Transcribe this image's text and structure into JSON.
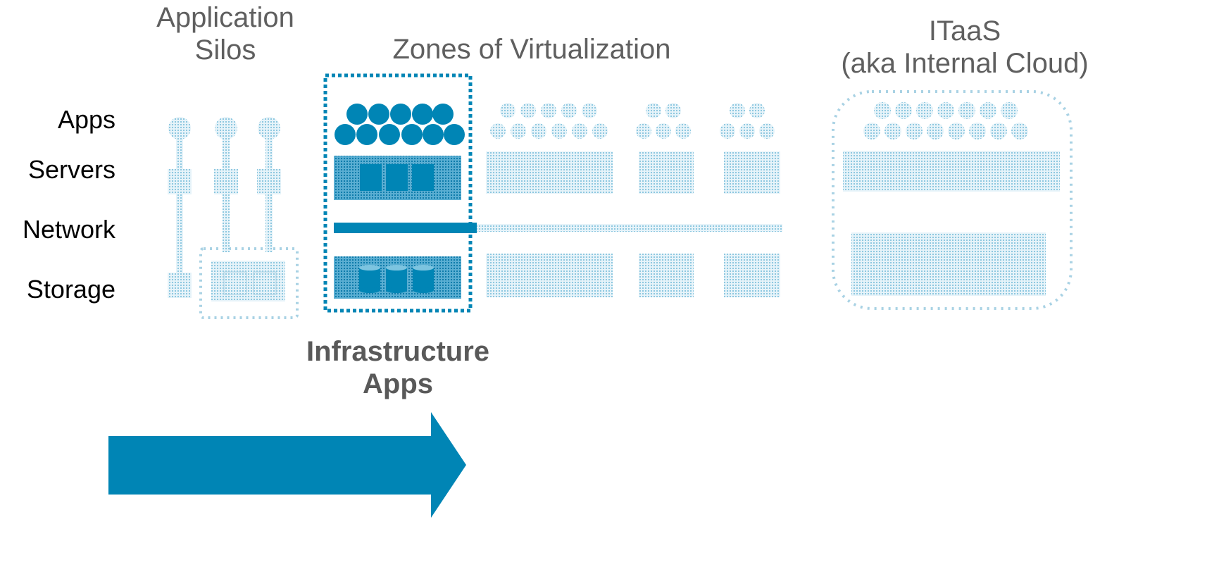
{
  "columns": {
    "silos": [
      "Application",
      "Silos"
    ],
    "zones": "Zones of Virtualization",
    "itaas": [
      "ITaaS",
      "(aka Internal Cloud)"
    ]
  },
  "rows": {
    "apps": "Apps",
    "servers": "Servers",
    "network": "Network",
    "storage": "Storage"
  },
  "highlight": [
    "Infrastructure",
    "Apps"
  ],
  "colors": {
    "accent": "#0085b5",
    "pattern": "#8ec8e0",
    "text": "#5f5f5f"
  }
}
